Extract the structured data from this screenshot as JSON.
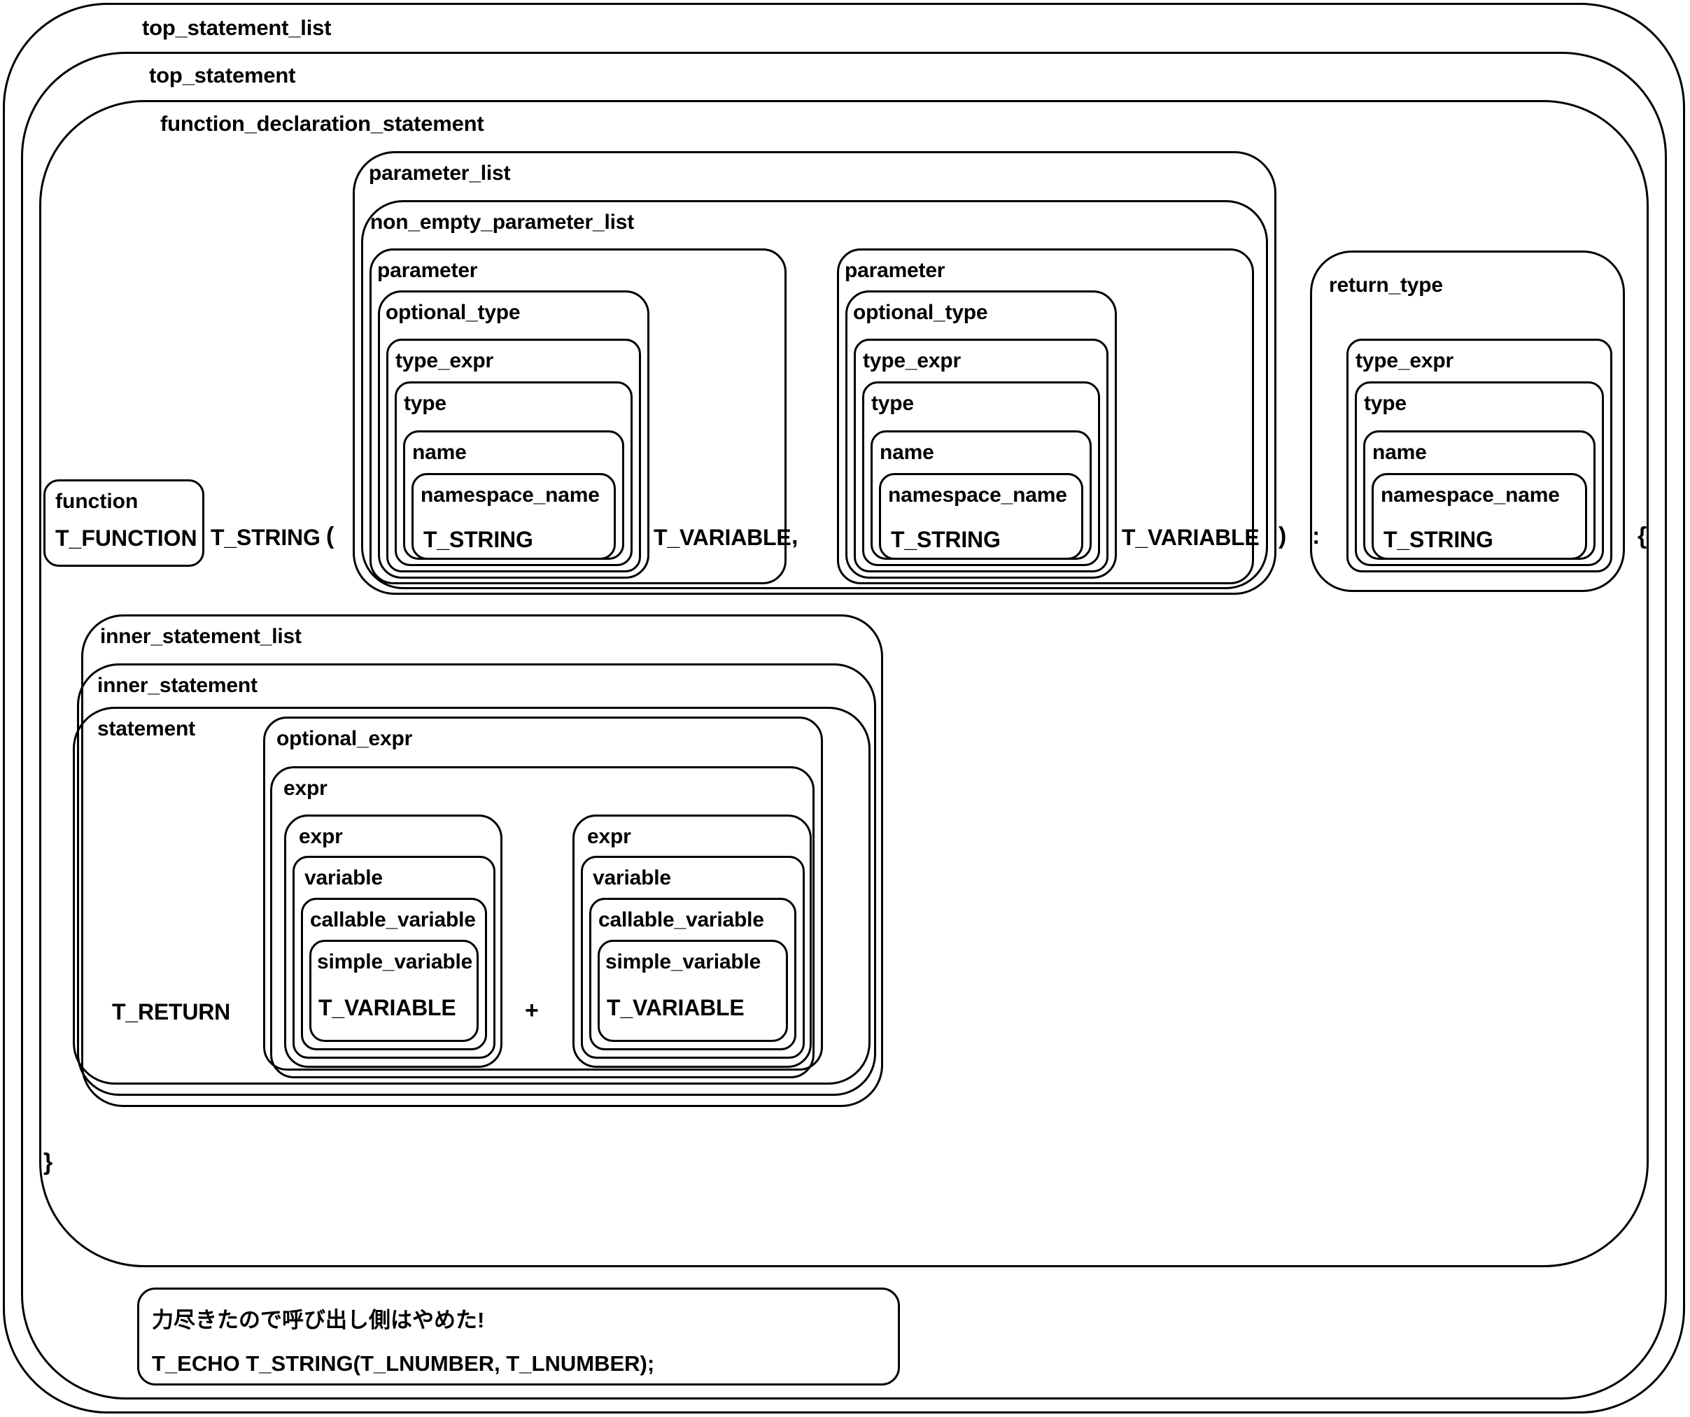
{
  "diagram": {
    "title": "PHP grammar parse tree",
    "stroke_color": "#000000",
    "background_color": "#ffffff"
  },
  "nodes": {
    "top_statement_list": "top_statement_list",
    "top_statement": "top_statement",
    "function_declaration_statement": "function_declaration_statement",
    "parameter_list": "parameter_list",
    "non_empty_parameter_list": "non_empty_parameter_list",
    "parameter": "parameter",
    "optional_type": "optional_type",
    "type_expr": "type_expr",
    "type": "type",
    "name": "name",
    "namespace_name": "namespace_name",
    "return_type": "return_type",
    "inner_statement_list": "inner_statement_list",
    "inner_statement": "inner_statement",
    "statement": "statement",
    "optional_expr": "optional_expr",
    "expr": "expr",
    "variable": "variable",
    "callable_variable": "callable_variable",
    "simple_variable": "simple_variable"
  },
  "keyword_box": {
    "name": "function",
    "terminal": "T_FUNCTION"
  },
  "terminals": {
    "t_string": "T_STRING",
    "t_variable": "T_VARIABLE",
    "t_return": "T_RETURN"
  },
  "punctuation": {
    "lparen": "(",
    "rparen": ")",
    "comma": ",",
    "colon": ":",
    "lbrace": "{",
    "rbrace": "}",
    "plus": "+"
  },
  "note": {
    "line1": "力尽きたので呼び出し側はやめた!",
    "line2": "T_ECHO T_STRING(T_LNUMBER, T_LNUMBER);"
  }
}
